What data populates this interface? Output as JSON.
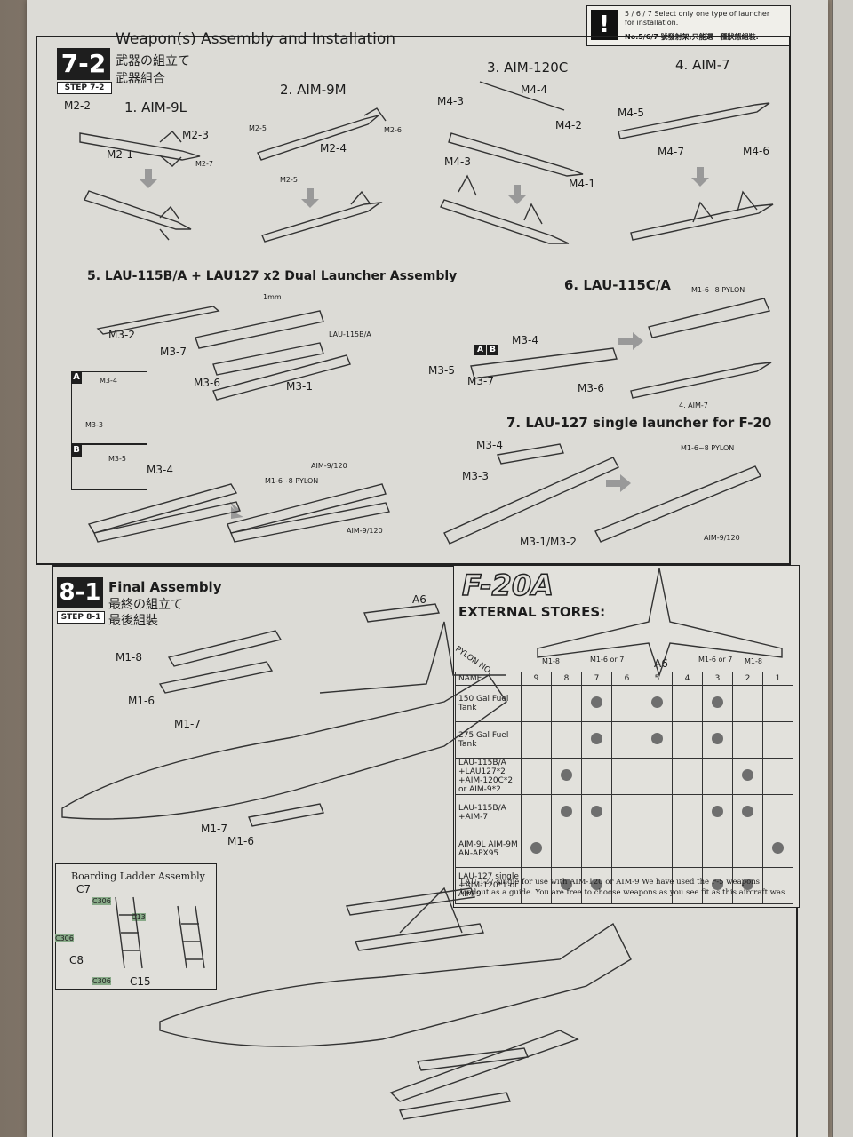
{
  "notice": {
    "icon": "exclamation-icon",
    "line1": "5 / 6 / 7 Select only one type of launcher",
    "line2": "for installation.",
    "line3": "No.5/6/7 號發射架,只能選一種狀態組裝."
  },
  "step72": {
    "number": "7-2",
    "badge": "STEP 7-2",
    "title": "Weapon(s) Assembly and Installation",
    "jp": "武器の組立て",
    "cn": "武器組合",
    "items": [
      {
        "label": "1. AIM-9L",
        "parts": [
          "M2-2",
          "M2-1",
          "M2-3",
          "M2-7"
        ]
      },
      {
        "label": "2. AIM-9M",
        "parts": [
          "M2-5",
          "M2-4",
          "M2-6",
          "M2-5"
        ]
      },
      {
        "label": "3. AIM-120C",
        "parts": [
          "M4-4",
          "M4-3",
          "M4-2",
          "M4-3",
          "M4-1"
        ]
      },
      {
        "label": "4. AIM-7",
        "parts": [
          "M4-5",
          "M4-7",
          "M4-6"
        ]
      }
    ],
    "lau_dual": {
      "label": "5. LAU-115B/A + LAU127 x2 Dual Launcher Assembly",
      "parts": [
        "M3-2",
        "M3-7",
        "M3-6",
        "M3-1",
        "LAU-115B/A",
        "1mm"
      ],
      "option_a": "A",
      "option_b": "B",
      "a_parts": [
        "M3-4",
        "M3-3"
      ],
      "b_parts": [
        "M3-5"
      ],
      "bottom_parts": [
        "M3-4",
        "M1-6~8 PYLON",
        "AIM-9/120",
        "AIM-9/120"
      ]
    },
    "lau_115c": {
      "label": "6. LAU-115C/A",
      "parts": [
        "M3-5",
        "M3-4",
        "M3-7",
        "M3-6",
        "M1-6~8 PYLON",
        "4. AIM-7"
      ],
      "ab": [
        "A",
        "B"
      ]
    },
    "lau_127": {
      "label": "7. LAU-127 single  launcher for F-20",
      "parts": [
        "M3-4",
        "M3-3",
        "M3-1/M3-2",
        "M1-6~8 PYLON",
        "AIM-9/120"
      ]
    }
  },
  "step81": {
    "number": "8-1",
    "badge": "STEP 8-1",
    "title": "Final Assembly",
    "jp": "最終の組立て",
    "cn": "最後組裝",
    "parts": [
      "A6",
      "M1-8",
      "M1-6",
      "M1-7",
      "M1-7",
      "M1-6"
    ],
    "ladder": {
      "title": "Boarding Ladder Assembly",
      "parts": [
        "C7",
        "C8",
        "C15",
        "C306",
        "C306",
        "C306",
        "C13"
      ]
    }
  },
  "stores": {
    "logo": "F-20A",
    "title": "EXTERNAL STORES:",
    "pylon_header": "PYLON NO.",
    "diagram_labels": [
      "M1-8",
      "M1-6 or 7",
      "A6",
      "M1-6 or 7",
      "M1-8"
    ],
    "columns": [
      "NAME",
      "9",
      "8",
      "7",
      "6",
      "5",
      "4",
      "3",
      "2",
      "1"
    ],
    "rows": [
      {
        "name": "150 Gal Fuel Tank",
        "dots": [
          0,
          0,
          1,
          0,
          1,
          0,
          1,
          0,
          0
        ]
      },
      {
        "name": "275 Gal Fuel Tank",
        "dots": [
          0,
          0,
          1,
          0,
          1,
          0,
          1,
          0,
          0
        ]
      },
      {
        "name": "LAU-115B/A +LAU127*2 +AIM-120C*2 or AIM-9*2",
        "dots": [
          0,
          1,
          0,
          0,
          0,
          0,
          0,
          1,
          0
        ]
      },
      {
        "name": "LAU-115B/A +AIM-7",
        "dots": [
          0,
          1,
          1,
          0,
          0,
          0,
          1,
          1,
          0
        ]
      },
      {
        "name": "AIM-9L AIM-9M AN-APX95",
        "dots": [
          1,
          0,
          0,
          0,
          0,
          0,
          0,
          0,
          1
        ]
      },
      {
        "name": "LAU-127 single +AIM-120*1 or AIM-9",
        "dots": [
          0,
          1,
          1,
          0,
          0,
          0,
          1,
          1,
          0
        ]
      }
    ],
    "note1": "LAU-127 single for use with AIM-120 or AIM-9 We have used the F-5 weapons",
    "note2": "loadout as a guide. You are free to choose weapons as you see fit as this aircraft was"
  }
}
